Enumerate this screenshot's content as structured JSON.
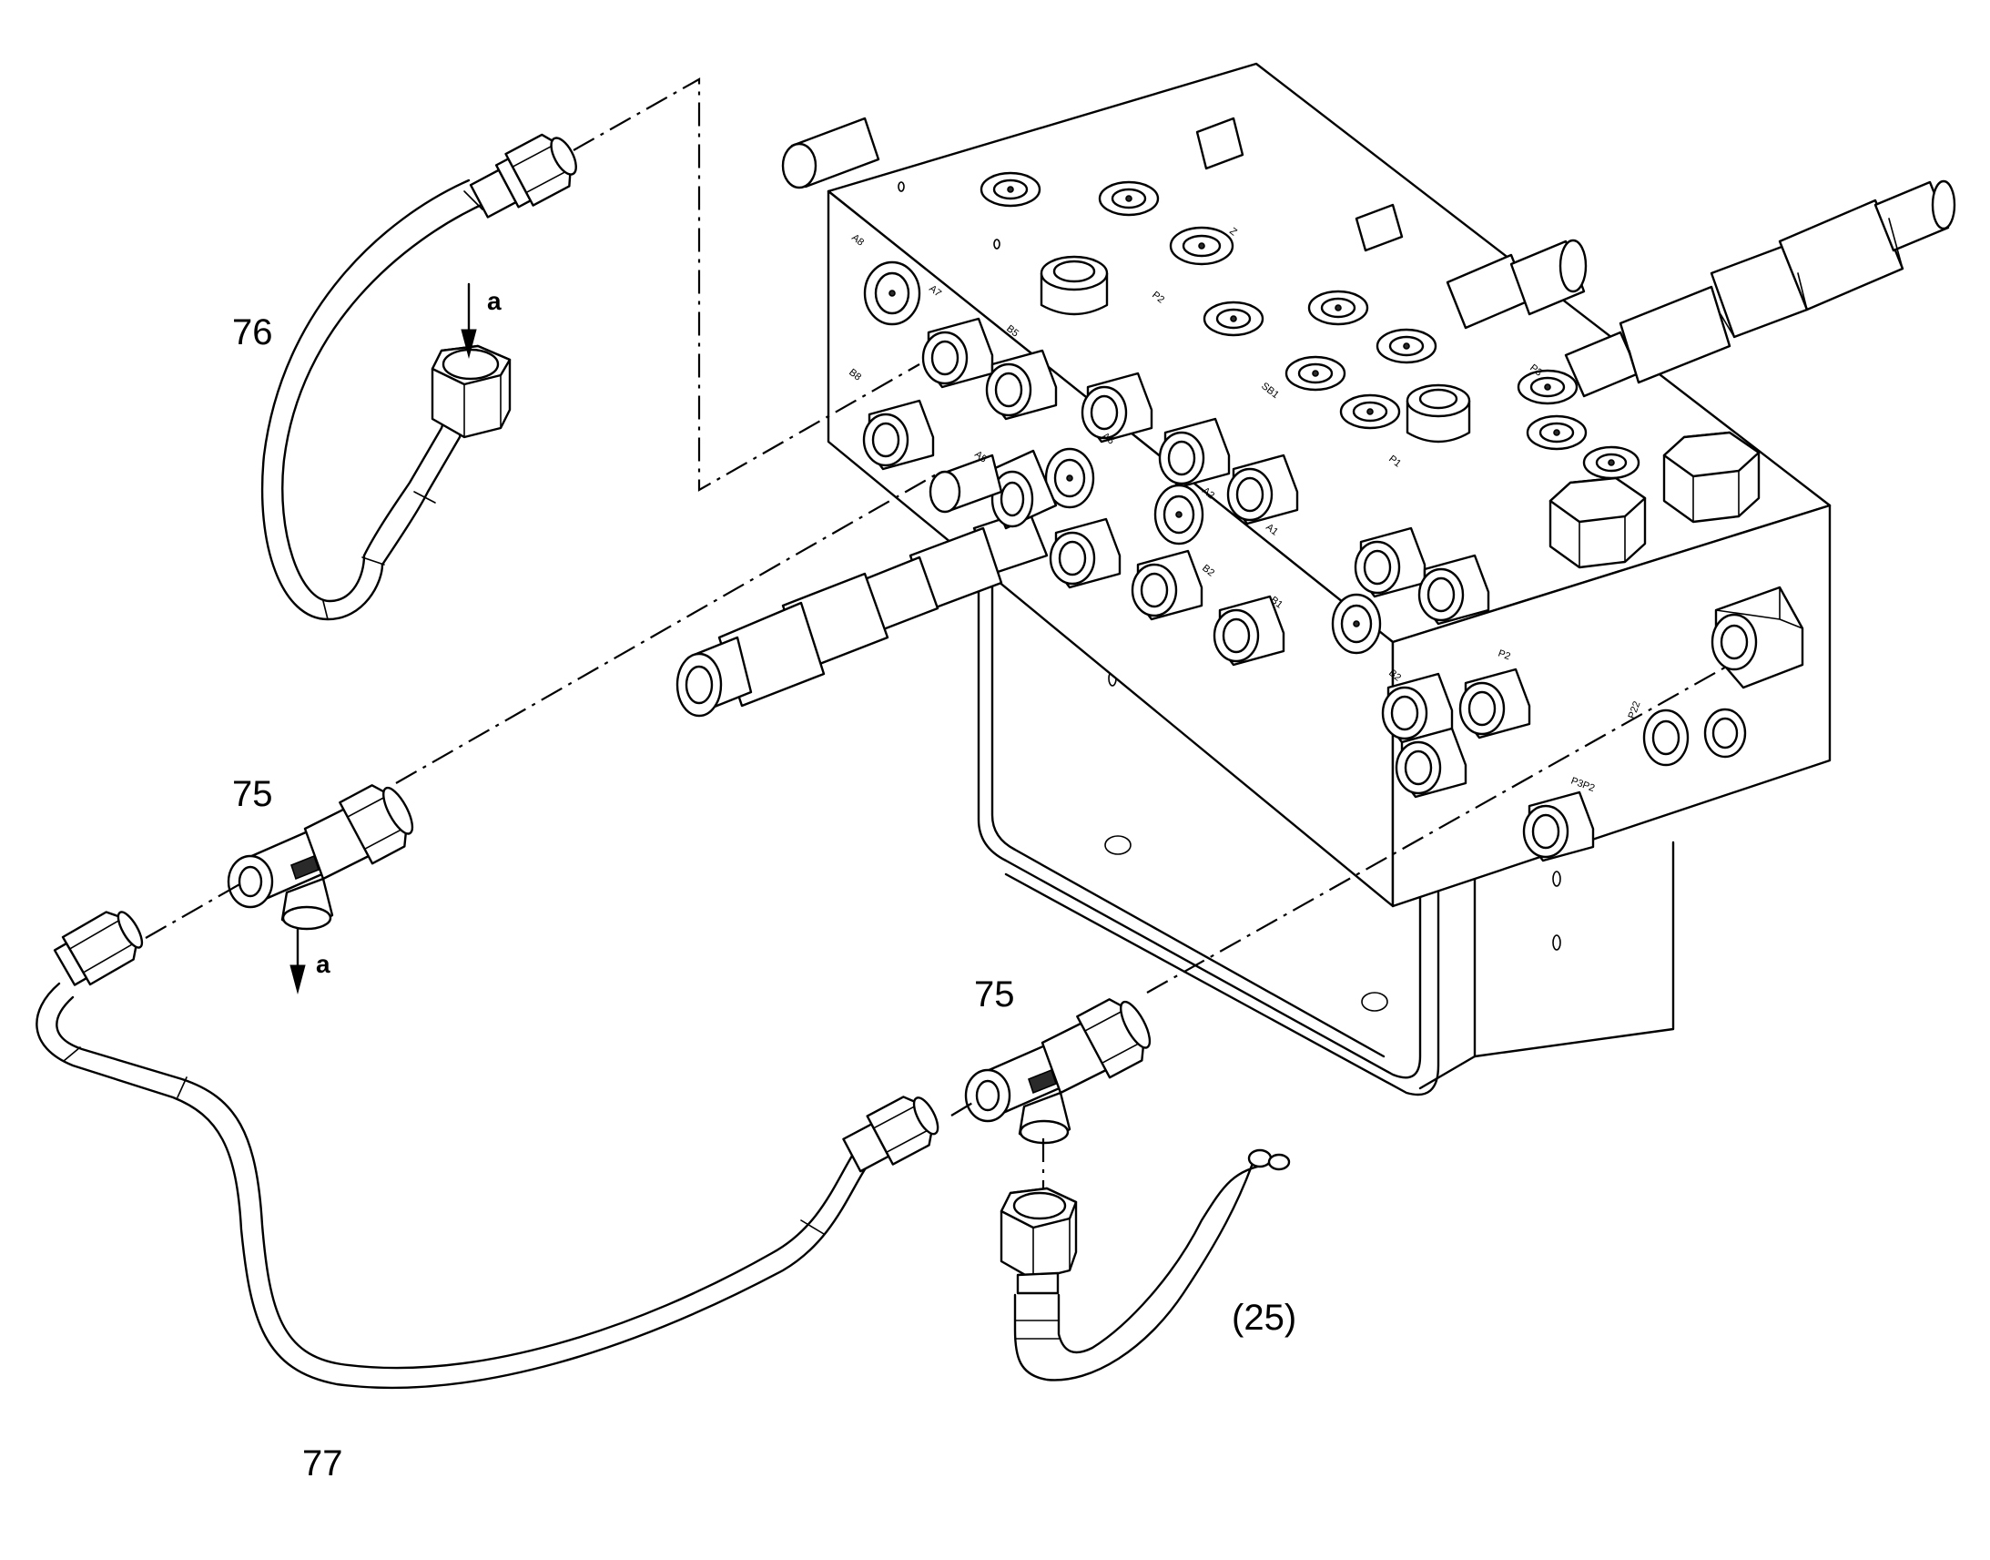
{
  "callouts": {
    "item_76": "76",
    "item_75_upper": "75",
    "item_75_lower": "75",
    "item_77": "77",
    "item_25_ref": "(25)"
  },
  "direction_markers": {
    "arrow_a_upper": "a",
    "arrow_a_lower": "a"
  },
  "port_labels": [
    "A8",
    "A7",
    "B5",
    "B8",
    "A5",
    "A6",
    "A2",
    "A1",
    "B2",
    "B1",
    "B2",
    "P2",
    "Z",
    "SB1",
    "P1",
    "P3",
    "P22",
    "P3P2",
    "P2"
  ],
  "icons": {
    "valve_block": "hydraulic-valve-block-icon",
    "hose_76": "hydraulic-hose-icon",
    "tee_fitting": "tee-fitting-icon",
    "hose_77": "hydraulic-hose-icon",
    "hose_25": "hydraulic-hose-icon"
  }
}
